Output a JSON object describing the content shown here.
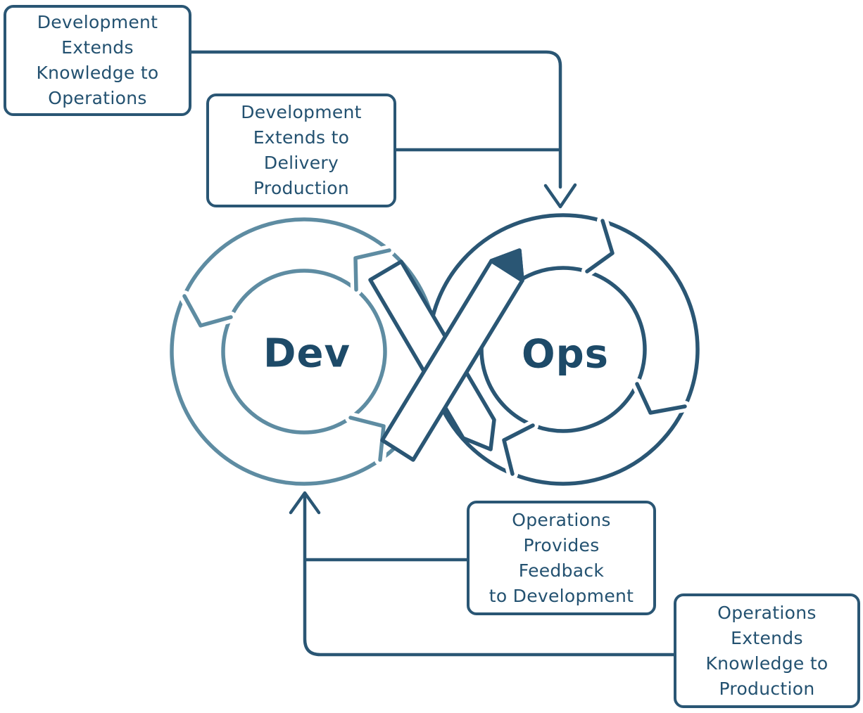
{
  "diagram": {
    "title": "DevOps infinity loop diagram",
    "colors": {
      "outline_dark": "#2a5674",
      "loop_light": "#5e8ca2",
      "loop_label_text": "#1d4a68",
      "box_text": "#235170",
      "background": "#ffffff"
    },
    "loop_labels": {
      "left": "Dev",
      "right": "Ops"
    },
    "boxes": [
      {
        "name": "development-extends-knowledge-to-operations",
        "text": "Development\nExtends\nKnowledge to\nOperations"
      },
      {
        "name": "development-extends-to-delivery-production",
        "text": "Development\nExtends to\nDelivery\nProduction"
      },
      {
        "name": "operations-provides-feedback-to-development",
        "text": "Operations\nProvides\nFeedback\nto Development"
      },
      {
        "name": "operations-extends-knowledge-to-production",
        "text": "Operations\nExtends\nKnowledge to\nProduction"
      }
    ],
    "icons": [
      {
        "name": "dev-cycle-loop"
      },
      {
        "name": "ops-cycle-loop"
      },
      {
        "name": "crossing-ribbon"
      },
      {
        "name": "arrow-down-into-ops"
      },
      {
        "name": "arrow-up-into-dev"
      }
    ]
  }
}
